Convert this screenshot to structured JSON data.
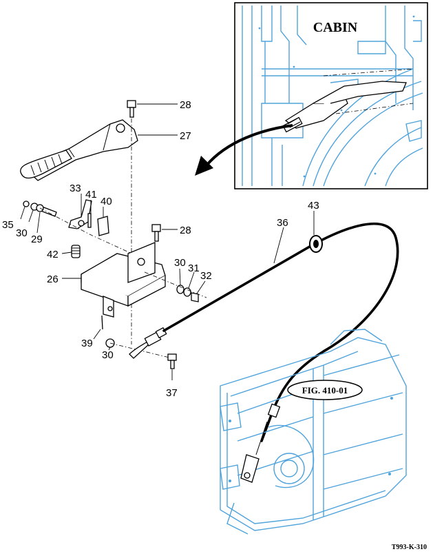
{
  "inset": {
    "title": "CABIN"
  },
  "figure_ref": "FIG. 410-01",
  "drawing_code": "T993-K-310",
  "callouts": {
    "c28a": "28",
    "c27": "27",
    "c33": "33",
    "c41": "41",
    "c40": "40",
    "c35": "35",
    "c30a": "30",
    "c29": "29",
    "c28b": "28",
    "c43": "43",
    "c36": "36",
    "c42": "42",
    "c26": "26",
    "c30b": "30",
    "c31": "31",
    "c32": "32",
    "c39": "39",
    "c30c": "30",
    "c37": "37"
  },
  "colors": {
    "line_art": "#000000",
    "context_art": "#4ea3dc",
    "background": "#ffffff"
  }
}
